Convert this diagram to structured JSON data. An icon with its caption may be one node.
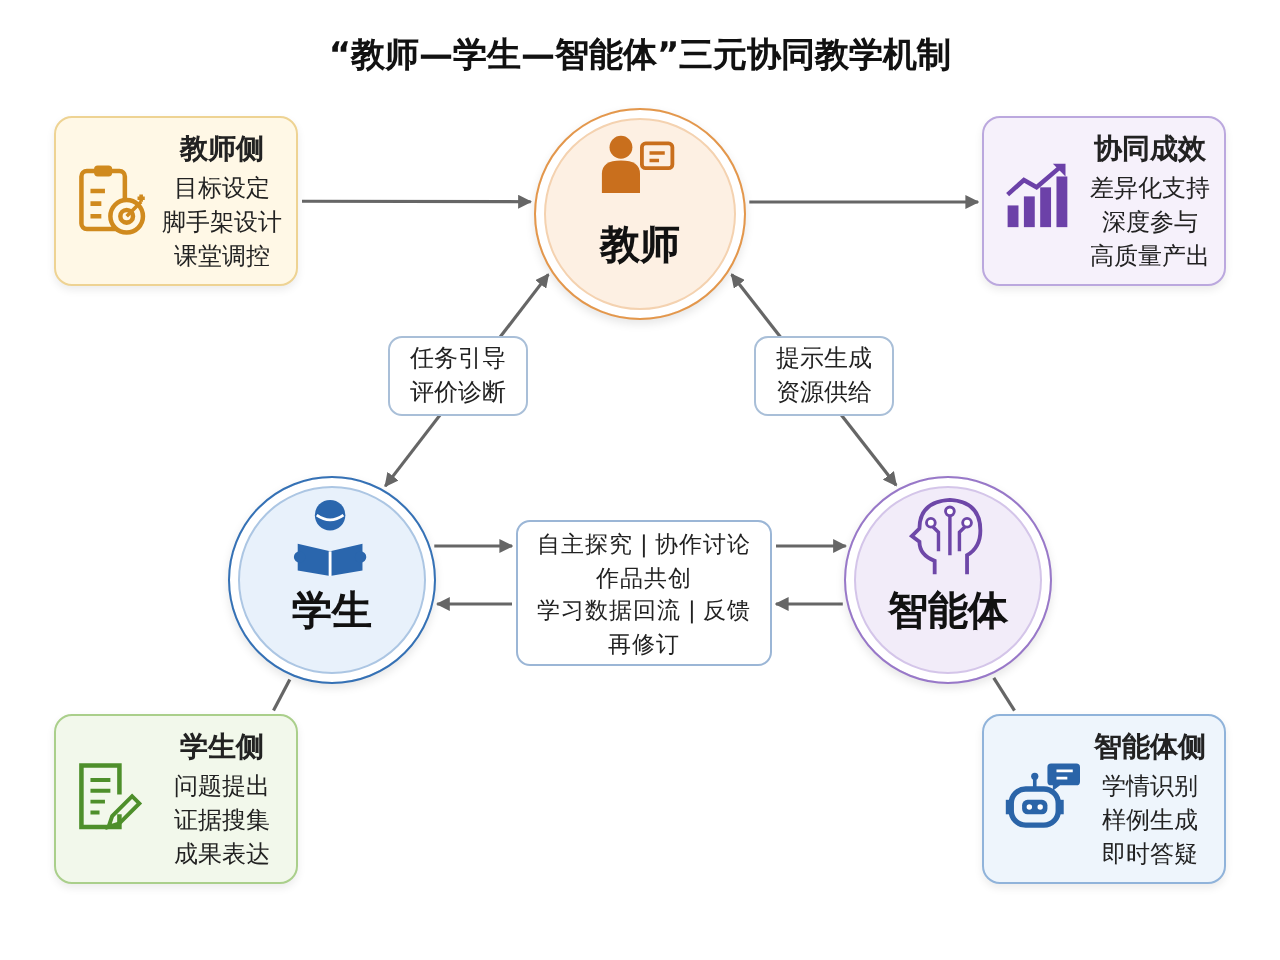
{
  "diagram": {
    "title": "“教师—学生—智能体”三元协同教学机制",
    "nodes": [
      {
        "text": [
          "教师侧",
          "目标设定",
          "脚手架设计",
          "课堂调控"
        ]
      },
      {
        "text": [
          "教师"
        ]
      },
      {
        "text": [
          "协同成效",
          "差异化支持",
          "深度参与",
          "高质量产出"
        ]
      },
      {
        "text": [
          "学生"
        ]
      },
      {
        "text": [
          "自主探究 | 协作讨论",
          "作品共创",
          "学习数据回流 | 反馈",
          "再修订"
        ]
      },
      {
        "text": [
          "智能体"
        ]
      },
      {
        "text": [
          "学生侧",
          "问题提出",
          "证据搜集",
          "成果表达"
        ]
      },
      {
        "text": [
          "智能体侧",
          "学情识别",
          "样例生成",
          "即时答疑"
        ]
      }
    ],
    "edges": [
      {
        "from": 0,
        "to": 1,
        "arrow": "to"
      },
      {
        "from": 1,
        "to": 2,
        "arrow": "to"
      },
      {
        "from": 3,
        "to": 1,
        "arrow": "both",
        "label": "任务引导评价诊断"
      },
      {
        "from": 1,
        "to": 5,
        "arrow": "both",
        "label": "提示生成资源供给"
      },
      {
        "from": 3,
        "to": 4,
        "arrow": "to"
      },
      {
        "from": 4,
        "to": 5,
        "arrow": "to"
      },
      {
        "from": 5,
        "to": 4,
        "arrow": "to"
      },
      {
        "from": 4,
        "to": 3,
        "arrow": "to"
      },
      {
        "from": 3,
        "to": 6,
        "arrow": "none"
      },
      {
        "from": 5,
        "to": 7,
        "arrow": "none"
      }
    ]
  }
}
